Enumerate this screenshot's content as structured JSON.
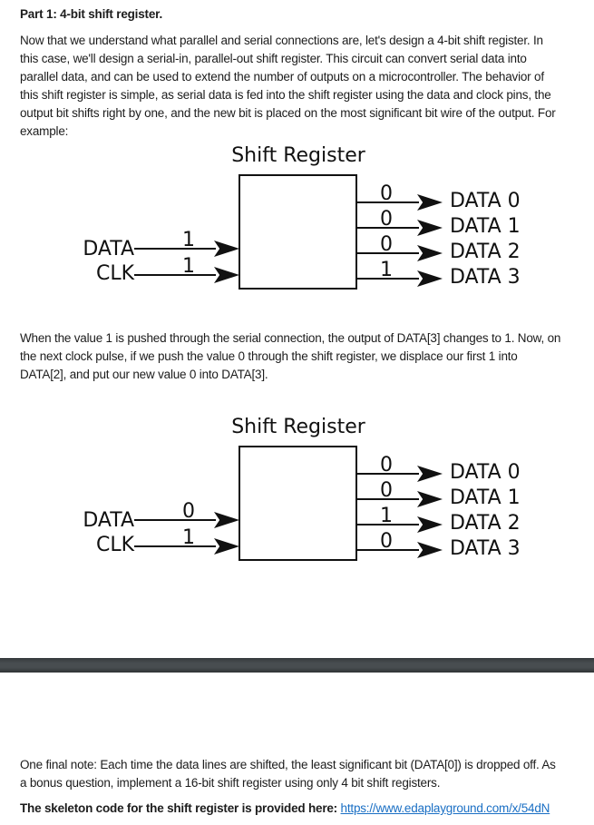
{
  "page1": {
    "heading": "Part 1: 4-bit shift register.",
    "intro": "Now that we understand what parallel and serial connections are, let's design a 4-bit shift register. In\nthis case, we'll design a serial-in, parallel-out shift register. This circuit can convert serial data into\nparallel data, and can be used to extend the number of outputs on a microcontroller. The behavior of\nthis shift register is simple, as serial data is fed into the shift register using the data and clock pins, the\noutput bit shifts right by one, and the new bit is placed on the most significant bit wire of the output. For\nexample:",
    "middle": "When the value 1 is pushed through the serial connection, the output of DATA[3] changes to 1. Now, on\nthe next clock pulse, if we push the value 0 through the shift register, we displace our first 1 into\nDATA[2], and put our new value 0 into DATA[3]."
  },
  "diagrams": [
    {
      "title": "Shift Register",
      "inputs": [
        {
          "label": "DATA",
          "value": "1"
        },
        {
          "label": "CLK",
          "value": "1"
        }
      ],
      "outputs": [
        {
          "value": "0",
          "label": "DATA 0"
        },
        {
          "value": "0",
          "label": "DATA 1"
        },
        {
          "value": "0",
          "label": "DATA 2"
        },
        {
          "value": "1",
          "label": "DATA 3"
        }
      ]
    },
    {
      "title": "Shift Register",
      "inputs": [
        {
          "label": "DATA",
          "value": "0"
        },
        {
          "label": "CLK",
          "value": "1"
        }
      ],
      "outputs": [
        {
          "value": "0",
          "label": "DATA 0"
        },
        {
          "value": "0",
          "label": "DATA 1"
        },
        {
          "value": "1",
          "label": "DATA 2"
        },
        {
          "value": "0",
          "label": "DATA 3"
        }
      ]
    }
  ],
  "page2": {
    "note": "One final note: Each time the data lines are shifted, the least significant bit (DATA[0]) is dropped off. As\na bonus question, implement a 16-bit shift register using only 4 bit shift registers.",
    "skeleton_label": "The skeleton code for the shift register is provided here: ",
    "link_text": "https://www.edaplayground.com/x/54dN"
  },
  "colors": {
    "link": "#1a6fc4",
    "page_separator": "#44494c",
    "text": "#1c1c1c",
    "diagram_ink": "#111111"
  }
}
